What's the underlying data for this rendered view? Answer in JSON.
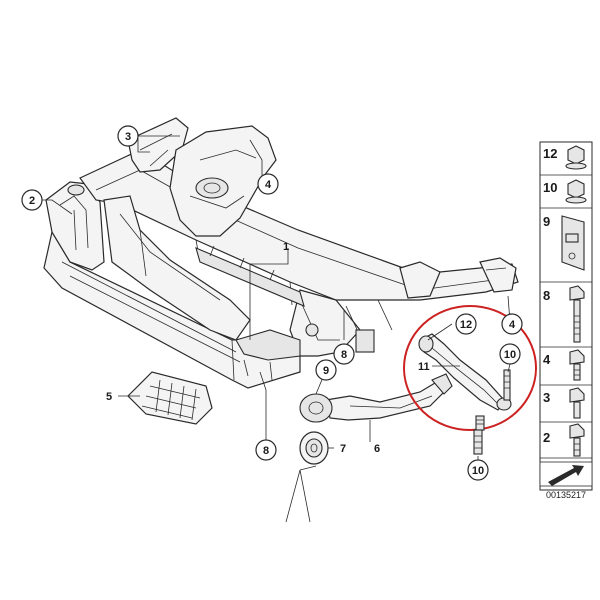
{
  "callouts": {
    "c1": "1",
    "c2": "2",
    "c3": "3",
    "c4a": "4",
    "c4b": "4",
    "c5": "5",
    "c6": "6",
    "c7": "7",
    "c8a": "8",
    "c8b": "8",
    "c9": "9",
    "c10a": "10",
    "c10b": "10",
    "c11": "11",
    "c12": "12"
  },
  "legend": {
    "items": [
      "12",
      "10",
      "9",
      "8",
      "4",
      "3",
      "2"
    ]
  },
  "reference_number": "00135217",
  "highlight_color": "#cc2222"
}
